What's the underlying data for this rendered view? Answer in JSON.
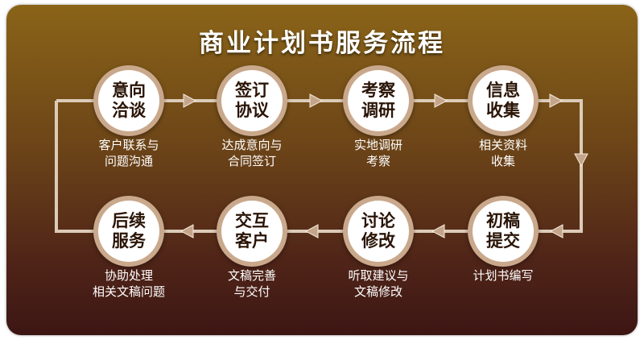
{
  "title": "商业计划书服务流程",
  "colors": {
    "line": "#dccbb8",
    "node_ring": "#c9a88c",
    "arrow": "#c4a58a"
  },
  "steps": [
    {
      "name": [
        "意向",
        "洽谈"
      ],
      "desc": [
        "客户联系与",
        "问题沟通"
      ]
    },
    {
      "name": [
        "签订",
        "协议"
      ],
      "desc": [
        "达成意向与",
        "合同签订"
      ]
    },
    {
      "name": [
        "考察",
        "调研"
      ],
      "desc": [
        "实地调研",
        "考察"
      ]
    },
    {
      "name": [
        "信息",
        "收集"
      ],
      "desc": [
        "相关资料",
        "收集"
      ]
    },
    {
      "name": [
        "初稿",
        "提交"
      ],
      "desc": [
        "计划书编写"
      ]
    },
    {
      "name": [
        "讨论",
        "修改"
      ],
      "desc": [
        "听取建议与",
        "文稿修改"
      ]
    },
    {
      "name": [
        "交互",
        "客户"
      ],
      "desc": [
        "文稿完善",
        "与交付"
      ]
    },
    {
      "name": [
        "后续",
        "服务"
      ],
      "desc": [
        "协助处理",
        "相关文稿问题"
      ]
    }
  ]
}
